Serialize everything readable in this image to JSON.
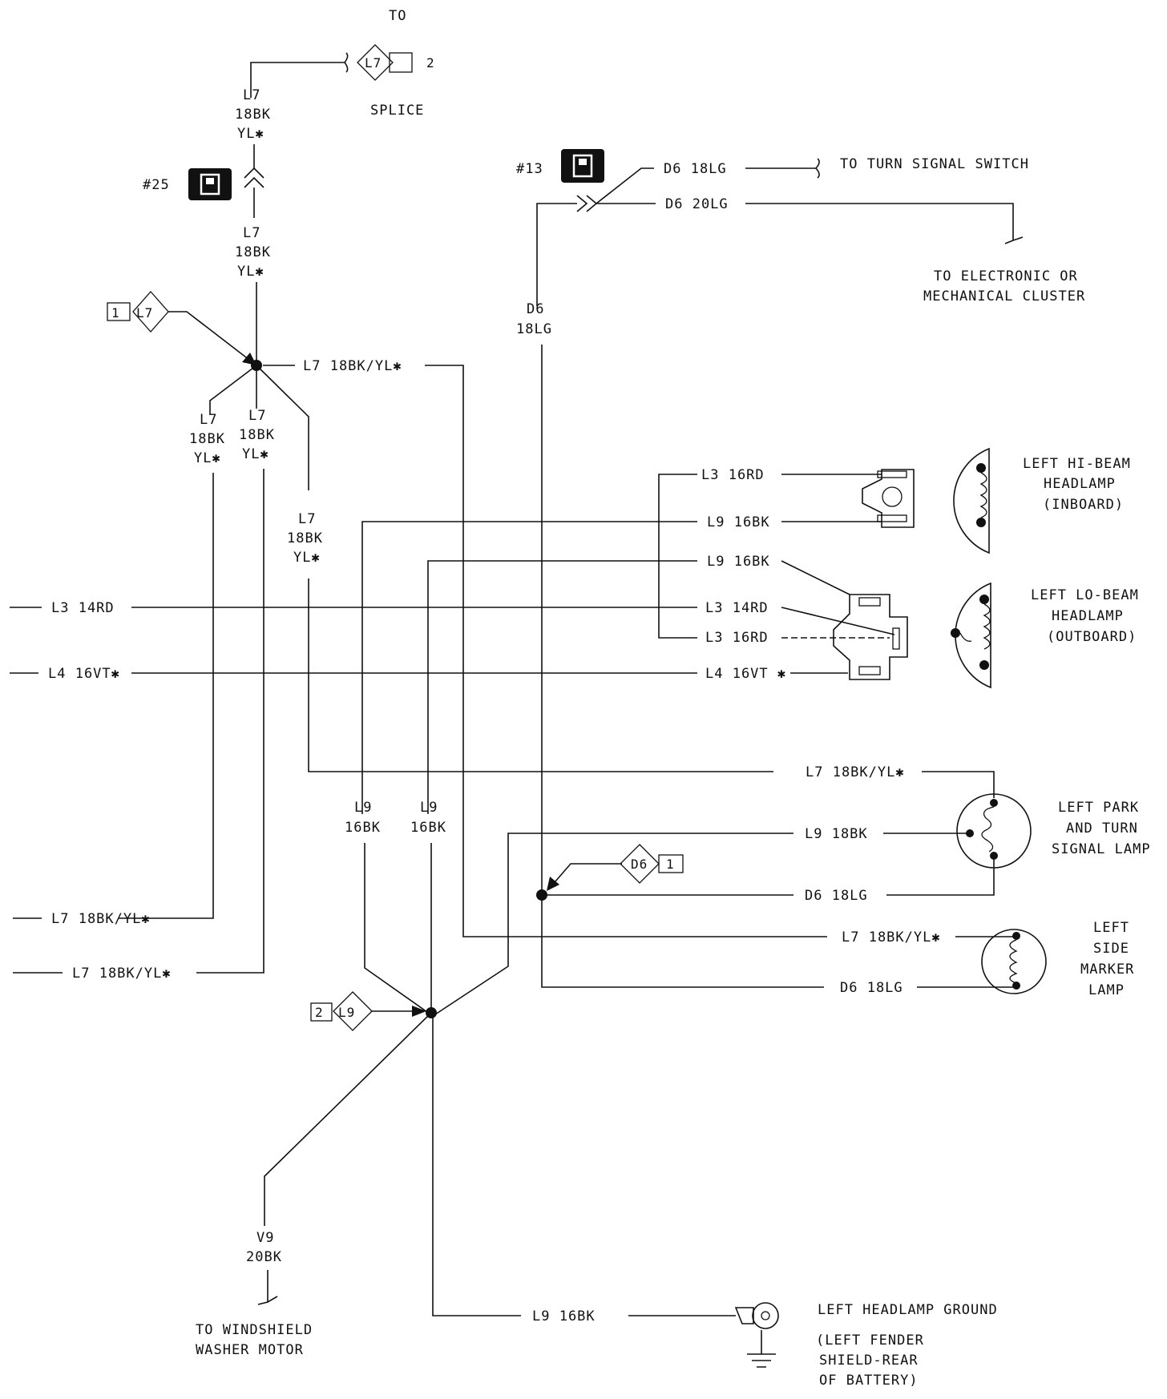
{
  "splice_ref": {
    "to": "TO",
    "label": "SPLICE",
    "id": "L7",
    "pin": "2"
  },
  "connector_25": {
    "label": "#25"
  },
  "connector_13": {
    "label": "#13"
  },
  "top_wire": {
    "l1": "L7",
    "l2": "18BK",
    "l3": "YL✱"
  },
  "mid_wire": {
    "l1": "L7",
    "l2": "18BK",
    "l3": "YL✱"
  },
  "splice_L7": {
    "pin": "1",
    "id": "L7"
  },
  "L7_right_label": "L7 18BK/YL✱",
  "branch_a": {
    "l1": "L7",
    "l2": "18BK",
    "l3": "YL✱"
  },
  "branch_b": {
    "l1": "L7",
    "l2": "18BK",
    "l3": "YL✱"
  },
  "branch_c": {
    "l1": "L7",
    "l2": "18BK",
    "l3": "YL✱"
  },
  "d6_vertical": {
    "l1": "D6",
    "l2": "18LG"
  },
  "turn_signal": {
    "wire": "D6 18LG",
    "dest": "TO TURN SIGNAL SWITCH"
  },
  "cluster": {
    "wire": "D6 20LG",
    "dest_l1": "TO ELECTRONIC OR",
    "dest_l2": "MECHANICAL CLUSTER"
  },
  "hi_beam": {
    "wire1": "L3 16RD",
    "wire2": "L9 16BK",
    "l1": "LEFT HI-BEAM",
    "l2": "HEADLAMP",
    "l3": "(INBOARD)"
  },
  "lo_beam": {
    "wire1": "L9 16BK",
    "wire2": "L3 14RD",
    "wire3": "L3 16RD",
    "wire4": "L4 16VT ✱",
    "l1": "LEFT LO-BEAM",
    "l2": "HEADLAMP",
    "l3": "(OUTBOARD)"
  },
  "left_inputs": {
    "l3": "L3 14RD",
    "l4": "L4 16VT✱",
    "l7a": "L7 18BK/YL✱",
    "l7b": "L7 18BK/YL✱"
  },
  "l9_verticals": {
    "a1": "L9",
    "a2": "16BK",
    "b1": "L9",
    "b2": "16BK"
  },
  "park_turn": {
    "wire1": "L7 18BK/YL✱",
    "wire2": "L9 18BK",
    "wire3": "D6 18LG",
    "l1": "LEFT PARK",
    "l2": "AND TURN",
    "l3": "SIGNAL LAMP"
  },
  "splice_D6": {
    "id": "D6",
    "pin": "1"
  },
  "side_marker": {
    "wire1": "L7 18BK/YL✱",
    "wire2": "D6 18LG",
    "l1": "LEFT",
    "l2": "SIDE",
    "l3": "MARKER",
    "l4": "LAMP"
  },
  "splice_L9": {
    "pin": "2",
    "id": "L9"
  },
  "washer": {
    "l1": "V9",
    "l2": "20BK",
    "dest_l1": "TO WINDSHIELD",
    "dest_l2": "WASHER MOTOR"
  },
  "ground": {
    "wire": "L9  16BK",
    "l1": "LEFT HEADLAMP GROUND",
    "l2": "(LEFT FENDER",
    "l3": "SHIELD-REAR",
    "l4": "OF BATTERY)"
  }
}
